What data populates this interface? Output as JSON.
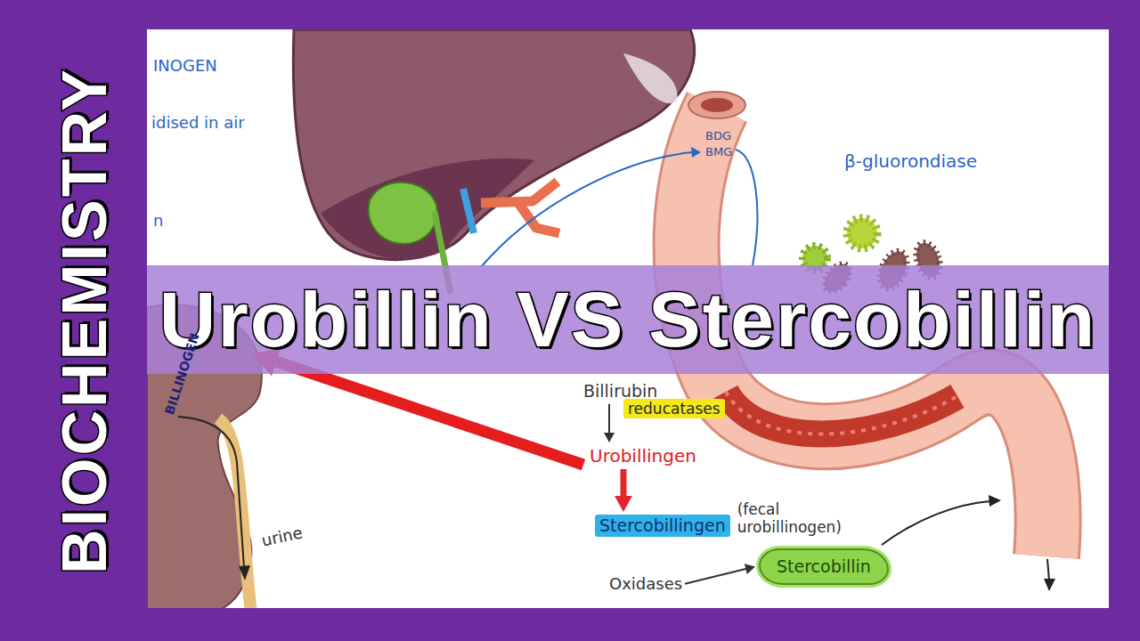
{
  "diagram": {
    "title": "Urobillin VS Stercobillin",
    "nodes": [
      {
        "text": [
          "Billirubin"
        ]
      },
      {
        "text": [
          "reducatases"
        ]
      },
      {
        "text": [
          "Urobillingen"
        ]
      },
      {
        "text": [
          "Stercobillingen",
          "(fecal urobillinogen)"
        ]
      },
      {
        "text": [
          "Oxidases"
        ]
      },
      {
        "text": [
          "Stercobillin"
        ]
      }
    ],
    "edges": [
      {
        "from": 0,
        "to": 2,
        "arrow": "to"
      },
      {
        "from": 2,
        "to": 3,
        "arrow": "to"
      },
      {
        "from": 4,
        "to": 5,
        "arrow": "to"
      }
    ],
    "labels": [
      "BIOCHEMISTRY",
      "INOGEN",
      "idised in air",
      "n",
      "β-gluorondiase",
      "BDG",
      "BMG",
      "BILLINOGEN",
      "urine"
    ]
  }
}
